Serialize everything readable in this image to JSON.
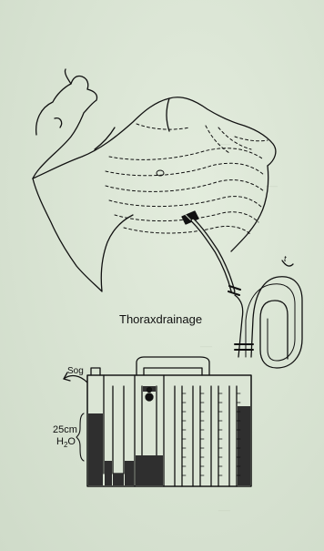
{
  "diagram": {
    "caption_label": "Thoraxdrainage",
    "suction_label": "Sog",
    "water_column_value": "25cm",
    "water_column_unit_main": "H",
    "water_column_unit_sub": "2",
    "water_column_unit_tail": "O",
    "tube_marker": "t"
  },
  "colors": {
    "background": "#dbe5d5",
    "ink": "#111111",
    "fluid": "#2f2f2f"
  }
}
